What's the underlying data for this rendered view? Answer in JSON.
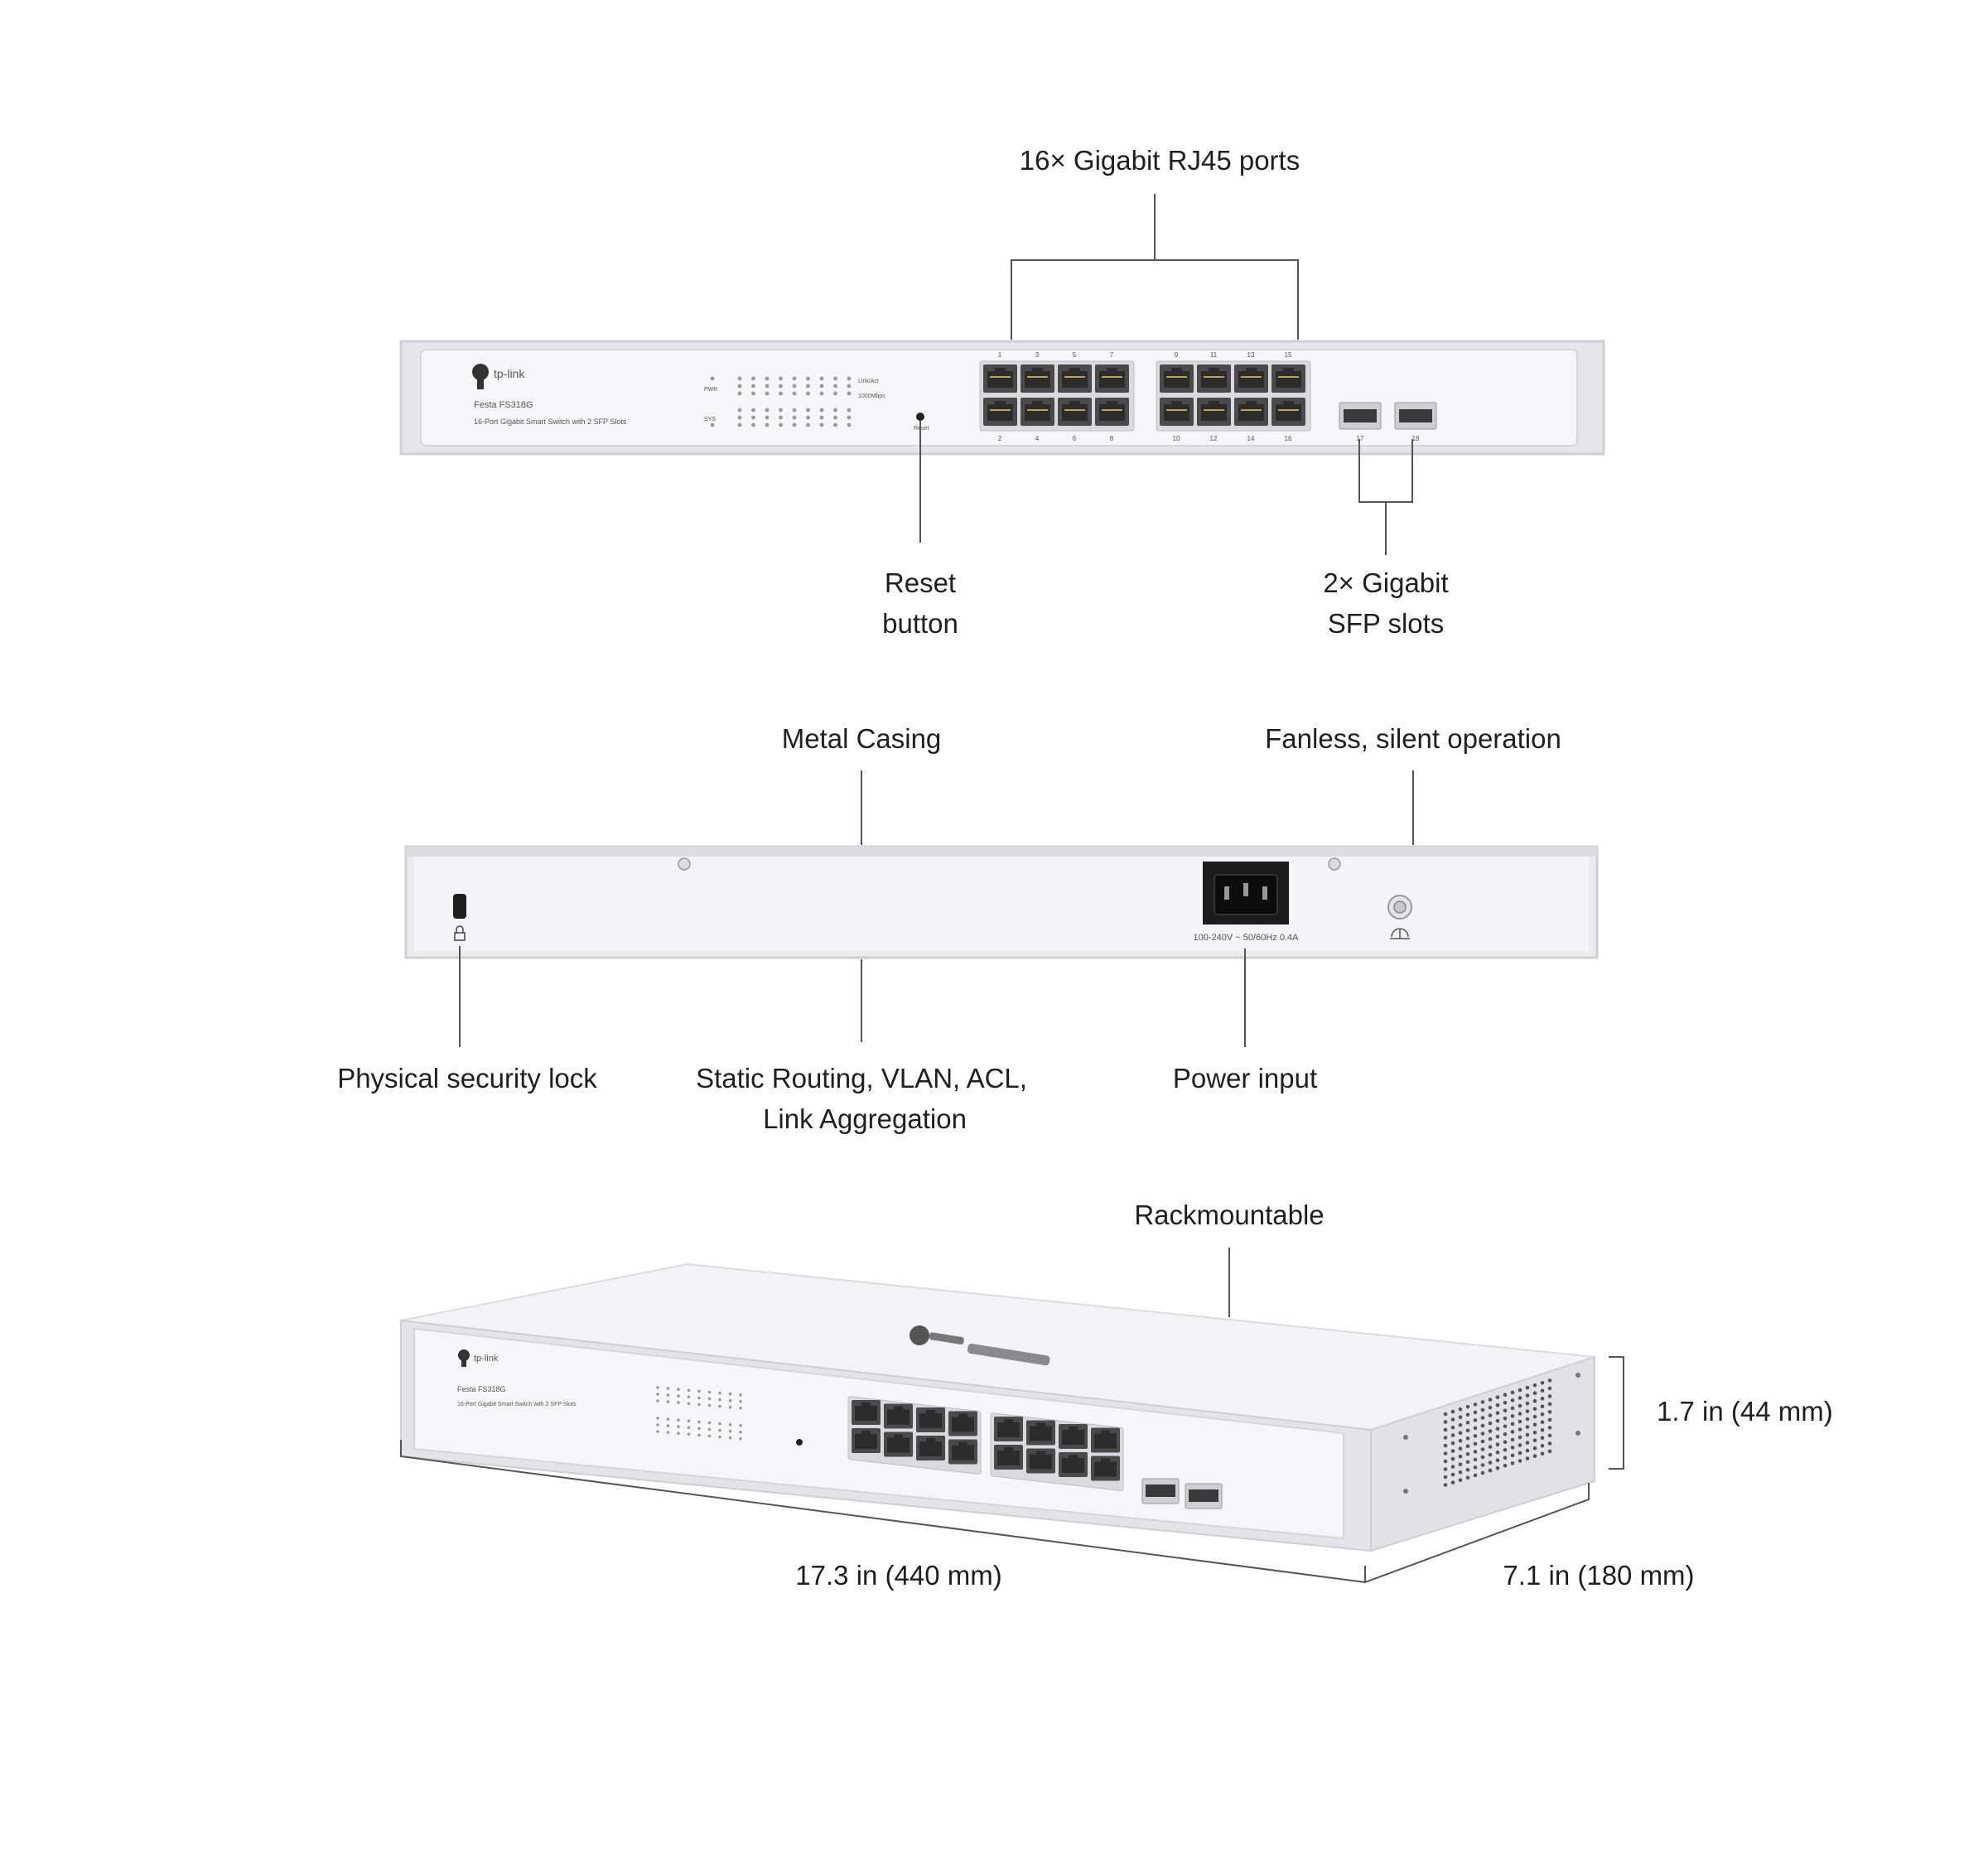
{
  "colors": {
    "chassis": "#e9e9ec",
    "chassis_edge": "#c9c9cd",
    "port": "#4a4a4a",
    "line": "#555555",
    "text": "#1f1f1f"
  },
  "front": {
    "brand": "tp-link",
    "model": "Festa FS318G",
    "description": "16-Port Gigabit Smart Switch with 2 SFP Slots",
    "led_labels": {
      "pwr": "PWR",
      "sys": "SYS",
      "link_act": "Link/Act",
      "speed": "1000Mbps"
    },
    "reset_label": "Reset",
    "top_port_numbers": [
      "1",
      "3",
      "5",
      "7",
      "9",
      "11",
      "13",
      "15"
    ],
    "bottom_port_numbers": [
      "2",
      "4",
      "6",
      "8",
      "10",
      "12",
      "14",
      "16"
    ],
    "sfp_numbers": [
      "17",
      "18"
    ]
  },
  "rear": {
    "power_rating": "100-240V ~ 50/60Hz  0.4A"
  },
  "callouts": {
    "rj45": "16× Gigabit RJ45 ports",
    "reset_line1": "Reset",
    "reset_line2": "button",
    "sfp_line1": "2× Gigabit",
    "sfp_line2": "SFP slots",
    "metal": "Metal Casing",
    "fanless": "Fanless, silent operation",
    "lock": "Physical security lock",
    "routing_line1": "Static Routing, VLAN, ACL,",
    "routing_line2": "Link Aggregation",
    "power": "Power input",
    "rack": "Rackmountable",
    "height": "1.7 in (44 mm)",
    "width": "17.3 in (440 mm)",
    "depth": "7.1 in (180 mm)"
  }
}
